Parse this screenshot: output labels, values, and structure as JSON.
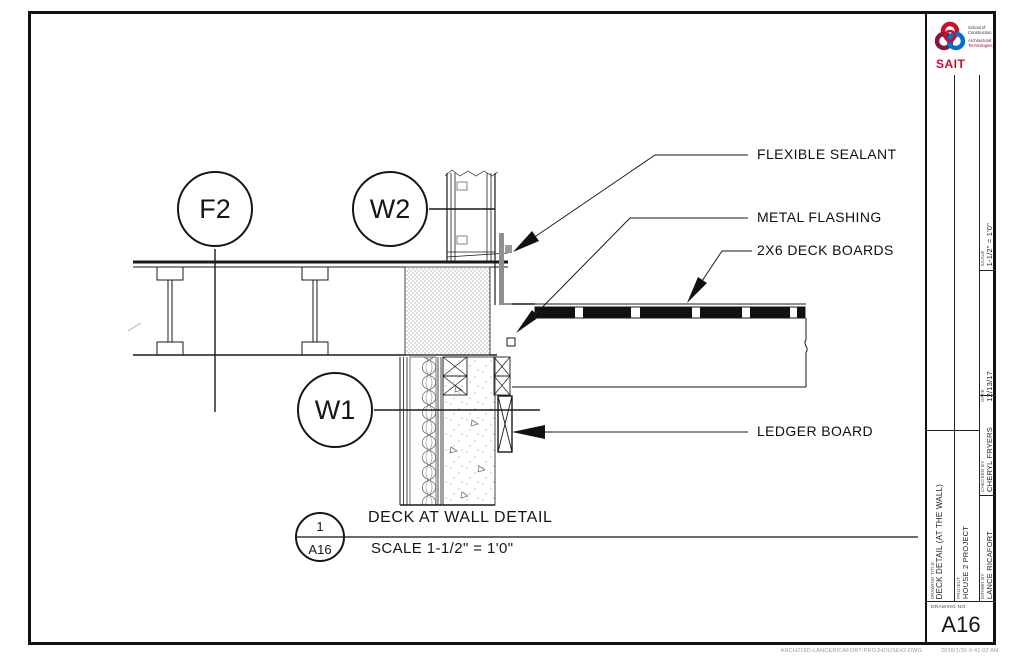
{
  "colors": {
    "ink": "#1a1a1a",
    "sait_red": "#c8102e",
    "logo_blue": "#0072ce",
    "logo_maroon": "#8a1538"
  },
  "callouts": {
    "floor": "F2",
    "wall_upper": "W2",
    "wall_lower": "W1"
  },
  "annotations": {
    "flexible_sealant": "FLEXIBLE SEALANT",
    "metal_flashing": "METAL FLASHING",
    "deck_boards": "2X6 DECK BOARDS",
    "ledger_board": "LEDGER BOARD"
  },
  "detail": {
    "number": "1",
    "sheet": "A16",
    "title": "DECK AT WALL DETAIL",
    "scale_note": "SCALE 1-1/2\" = 1'0\""
  },
  "title_block": {
    "brand": "SAIT",
    "school_line1": "School of Construction",
    "school_line2": "Architectural Technologies",
    "scale_label": "SCALE",
    "scale_value": "1-1/2\" = 1'0\"",
    "date_label": "DATE",
    "date_value": "12/13/17",
    "checked_label": "CHECKED BY",
    "checked_value": "CHERYL FRYERS",
    "drawn_label": "DRAWN BY",
    "drawn_value": "LANCE RICAFORT",
    "project_label": "PROJECT",
    "project_value": "HOUSE 2 PROJECT",
    "title_label": "DRAWING TITLE",
    "title_value": "DECK DETAIL (AT THE WALL)",
    "no_label": "DRAWING NO.",
    "no_value": "A16"
  },
  "footer": {
    "file": "ARCH215D-LANCERICAFORT-PROJHOUSE#2.DWG",
    "printed": "2018/1/30 6:41:02 AM"
  }
}
